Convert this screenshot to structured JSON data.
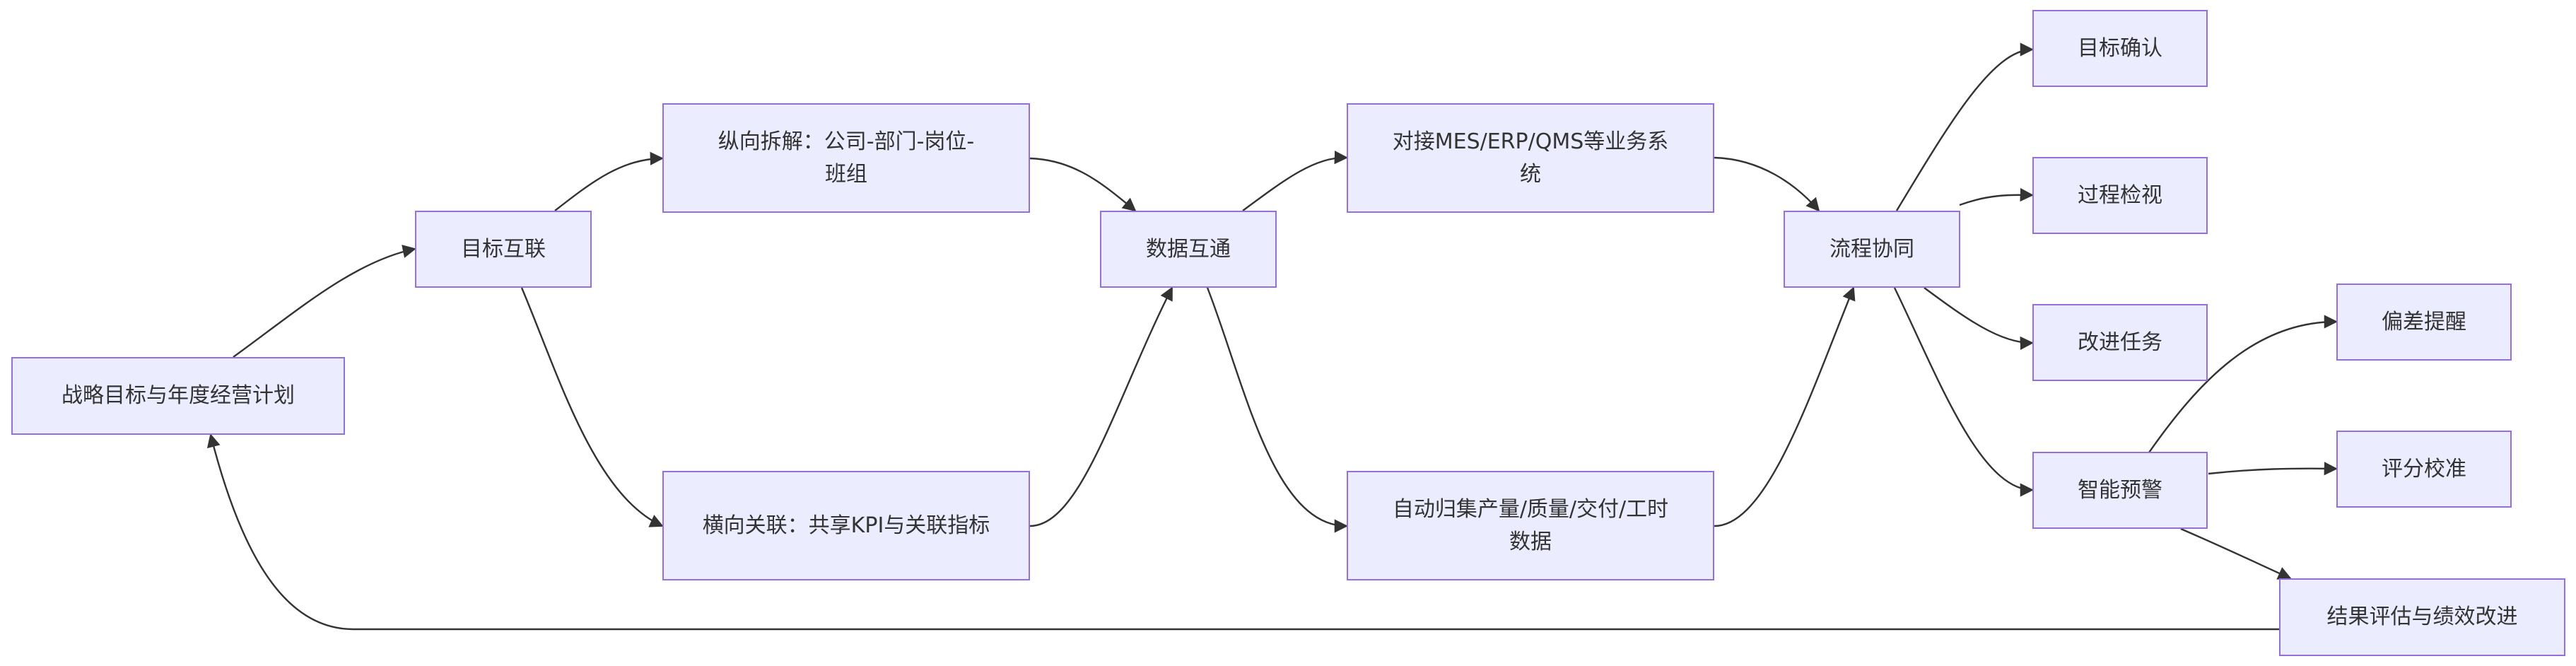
{
  "nodes": {
    "strategy": "战略目标与年度经营计划",
    "goal_link": "目标互联",
    "vertical": "纵向拆解：公司-部门-岗位-班组",
    "horizontal": "横向关联：共享KPI与关联指标",
    "data_link": "数据互通",
    "systems": "对接MES/ERP/QMS等业务系统",
    "auto_collect": "自动归集产量/质量/交付/工时数据",
    "process": "流程协同",
    "confirm": "目标确认",
    "review": "过程检视",
    "improve_task": "改进任务",
    "warning": "智能预警",
    "deviation": "偏差提醒",
    "calibration": "评分校准",
    "result": "结果评估与绩效改进"
  },
  "colors": {
    "node_fill": "#ececff",
    "node_border": "#9370db",
    "edge": "#333333",
    "text": "#333333"
  }
}
